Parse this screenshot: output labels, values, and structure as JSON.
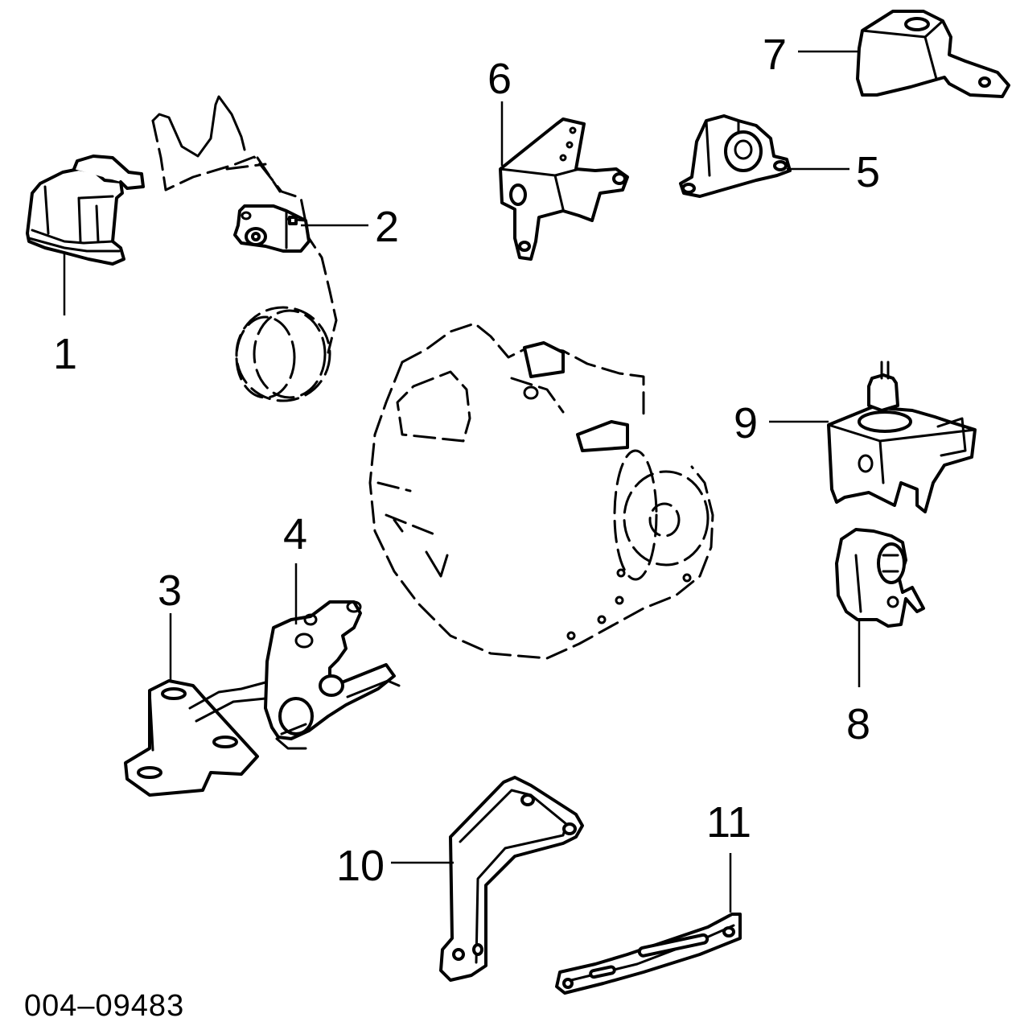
{
  "diagram": {
    "callouts": [
      {
        "id": "1",
        "label": "1"
      },
      {
        "id": "2",
        "label": "2"
      },
      {
        "id": "3",
        "label": "3"
      },
      {
        "id": "4",
        "label": "4"
      },
      {
        "id": "5",
        "label": "5"
      },
      {
        "id": "6",
        "label": "6"
      },
      {
        "id": "7",
        "label": "7"
      },
      {
        "id": "8",
        "label": "8"
      },
      {
        "id": "9",
        "label": "9"
      },
      {
        "id": "10",
        "label": "10"
      },
      {
        "id": "11",
        "label": "11"
      }
    ],
    "reference_code": "004–09483"
  }
}
